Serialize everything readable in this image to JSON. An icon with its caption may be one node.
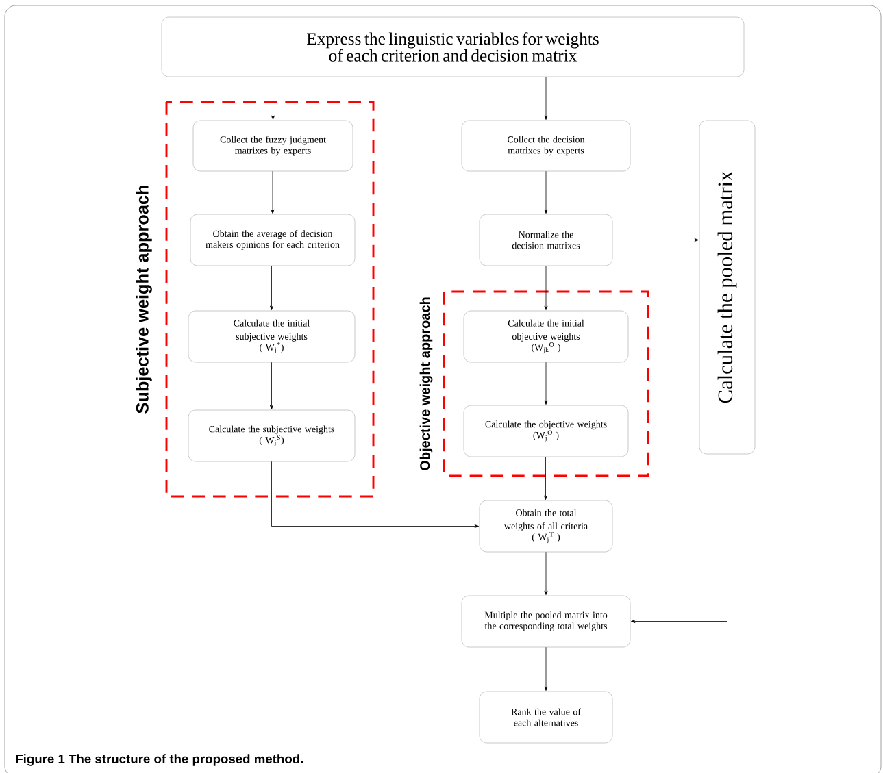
{
  "diagram": {
    "caption": "Figure 1 The structure of the proposed method.",
    "nodes": [
      {
        "text": [
          "Express the linguistic variables for weights of each criterion and decision matrix"
        ]
      },
      {
        "text": [
          "Subjective weight approach"
        ]
      },
      {
        "text": [
          "Collect the fuzzy judgment matrixes by experts"
        ],
        "in": 1
      },
      {
        "text": [
          "Obtain the average of decision makers opinions for each criterion"
        ],
        "in": 1
      },
      {
        "text": [
          "Calculate the initial subjective weights",
          "( W$_{j}$$^{*}$)"
        ],
        "in": 1
      },
      {
        "text": [
          "Calculate the subjective weights",
          "( W$_{j}$$^{S}$)"
        ],
        "in": 1
      },
      {
        "text": [
          "Collect the decision matrixes by experts"
        ]
      },
      {
        "text": [
          "Normalize the decision matrixes"
        ]
      },
      {
        "text": [
          "Calculate the pooled matrix"
        ]
      },
      {
        "text": [
          "Objective weight approach"
        ]
      },
      {
        "text": [
          "Calculate the initial objective weights",
          "(W$_{jk}$$^{O}$ )"
        ],
        "in": 9
      },
      {
        "text": [
          "Calculate the objective weights",
          "(W$_{j}$$^{O}$ )"
        ],
        "in": 9
      },
      {
        "text": [
          "Obtain the total weights of all criteria",
          "( W$_{j}$$^{T}$ )"
        ]
      },
      {
        "text": [
          "Multiple the pooled matrix into the corresponding total weights"
        ]
      },
      {
        "text": [
          "Rank the value of each alternatives"
        ]
      }
    ],
    "edges": [
      {
        "from": 0,
        "to": 2,
        "arrow": "to"
      },
      {
        "from": 0,
        "to": 6,
        "arrow": "to"
      },
      {
        "from": 2,
        "to": 3,
        "arrow": "to"
      },
      {
        "from": 3,
        "to": 4,
        "arrow": "to"
      },
      {
        "from": 4,
        "to": 5,
        "arrow": "to"
      },
      {
        "from": 5,
        "to": 12,
        "arrow": "to"
      },
      {
        "from": 6,
        "to": 7,
        "arrow": "to"
      },
      {
        "from": 7,
        "to": 8,
        "arrow": "to"
      },
      {
        "from": 7,
        "to": 10,
        "arrow": "to"
      },
      {
        "from": 10,
        "to": 11,
        "arrow": "to"
      },
      {
        "from": 11,
        "to": 12,
        "arrow": "to"
      },
      {
        "from": 12,
        "to": 13,
        "arrow": "to"
      },
      {
        "from": 8,
        "to": 13,
        "arrow": "to"
      },
      {
        "from": 13,
        "to": 14,
        "arrow": "to"
      }
    ]
  }
}
